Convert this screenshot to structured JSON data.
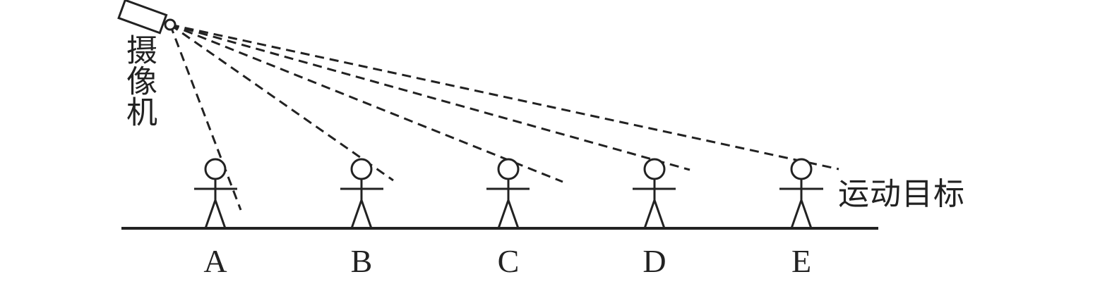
{
  "diagram": {
    "camera_label": "摄像机",
    "target_label": "运动目标",
    "positions": [
      {
        "id": "a",
        "label": "A"
      },
      {
        "id": "b",
        "label": "B"
      },
      {
        "id": "c",
        "label": "C"
      },
      {
        "id": "d",
        "label": "D"
      },
      {
        "id": "e",
        "label": "E"
      }
    ],
    "colors": {
      "stroke": "#222222",
      "background": "#ffffff"
    }
  }
}
